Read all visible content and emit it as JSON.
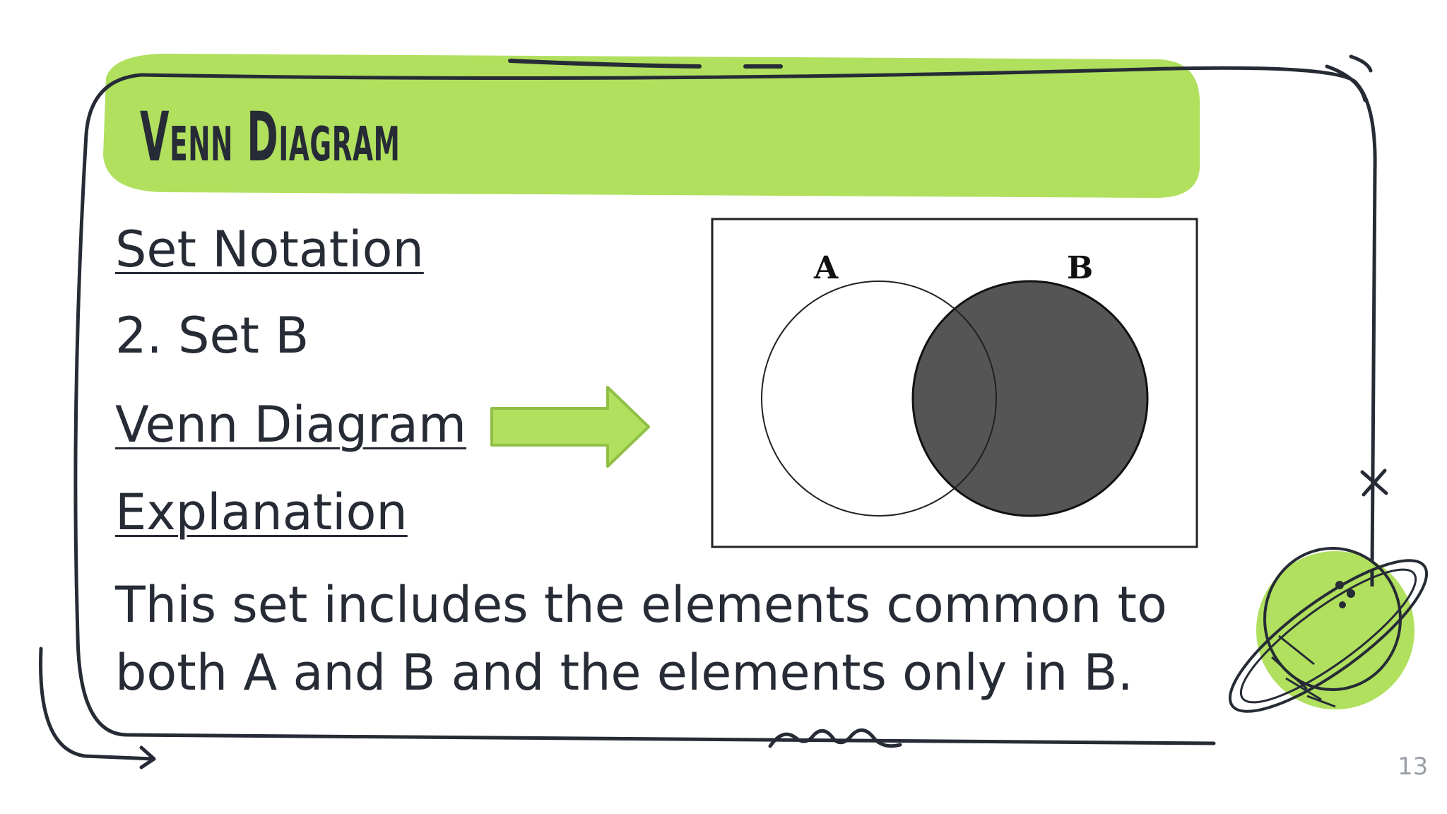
{
  "slide": {
    "title": "Venn Diagram",
    "lines": [
      {
        "text": "Set Notation"
      },
      {
        "text": "2. Set B"
      },
      {
        "text": "Venn Diagram"
      },
      {
        "text": "Explanation"
      }
    ],
    "paragraph": "This set includes the elements common to both A and B and the elements only in B.",
    "page_number": "13"
  },
  "venn": {
    "label_a": "A",
    "label_b": "B"
  },
  "colors": {
    "accent_green": "#b0e05e",
    "ink": "#262b36",
    "venn_fill": "#555555"
  }
}
